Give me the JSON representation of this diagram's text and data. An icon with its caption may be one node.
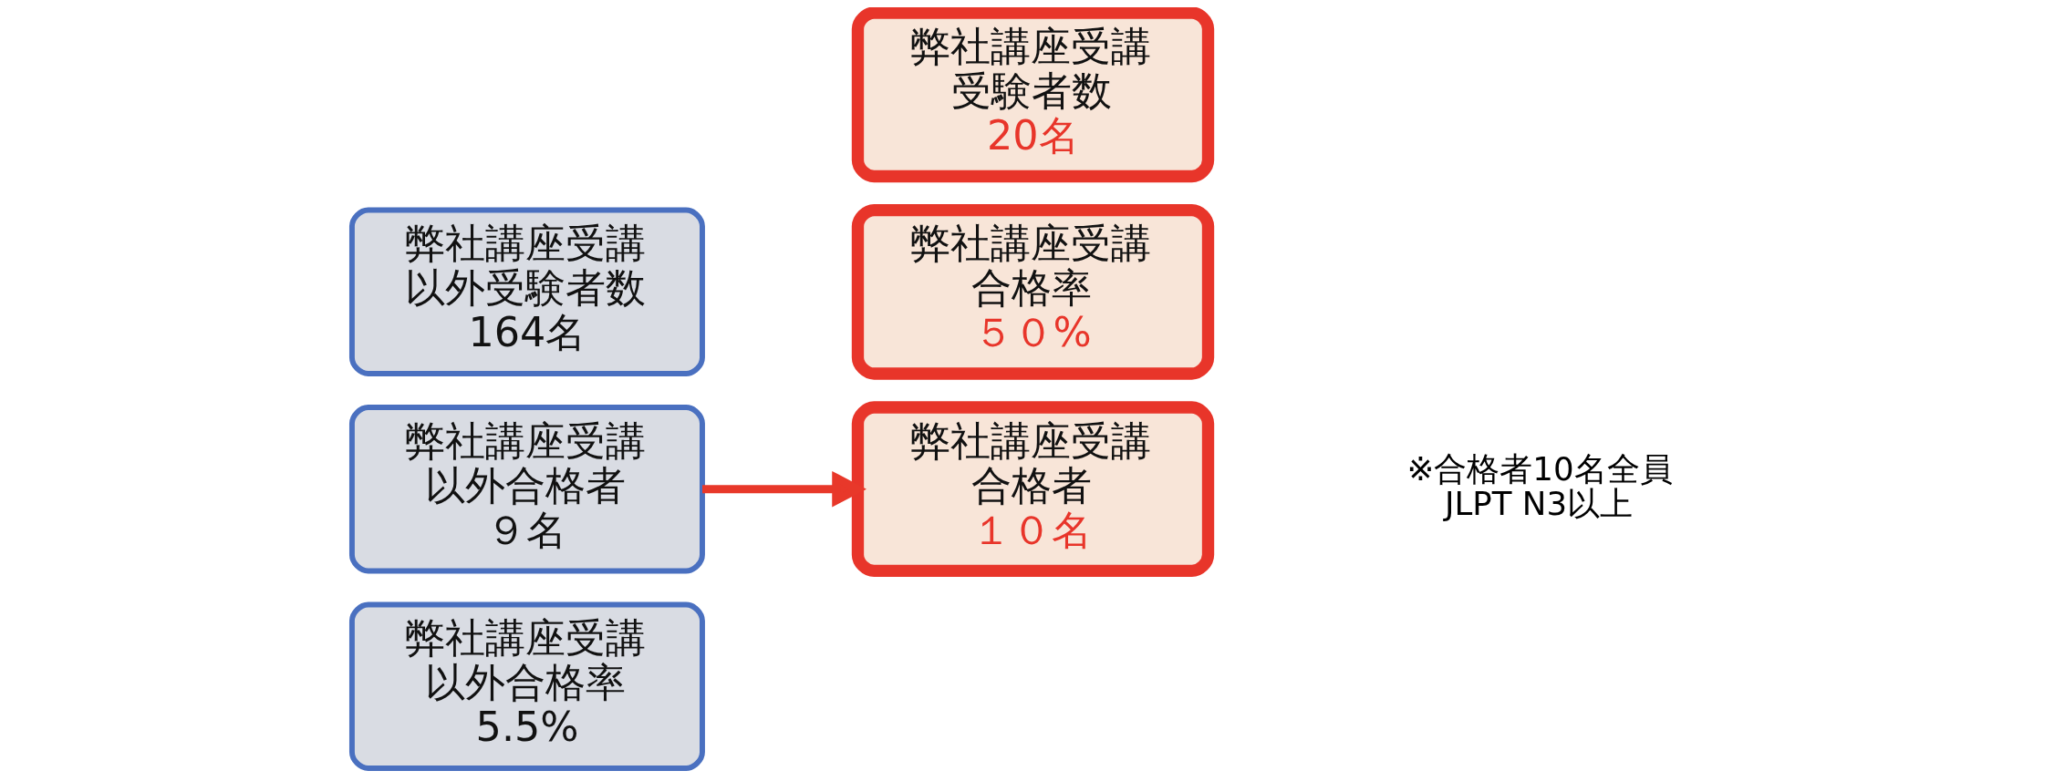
{
  "diagram": {
    "nodes": [
      {
        "text": [
          "弊社講座受講",
          "以外受験者数",
          "164名"
        ]
      },
      {
        "text": [
          "弊社講座受講",
          "以外合格者",
          "９名"
        ]
      },
      {
        "text": [
          "弊社講座受講",
          "以外合格率",
          "5.5%"
        ]
      },
      {
        "text": [
          "弊社講座受講",
          "受験者数",
          "20名"
        ]
      },
      {
        "text": [
          "弊社講座受講",
          "合格者",
          "１０名"
        ]
      },
      {
        "text": [
          "弊社講座受講",
          "合格率",
          "５０%"
        ]
      }
    ],
    "edges": [
      {
        "from": 1,
        "to": 4,
        "arrow": "to",
        "color": "#e8382a"
      }
    ],
    "labels": [
      "※合格者10名全員",
      "JLPT N3以上"
    ]
  }
}
